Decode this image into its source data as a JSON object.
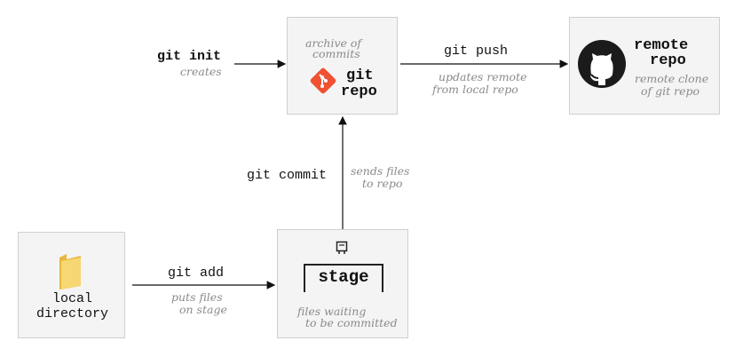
{
  "nodes": {
    "local_directory": {
      "line1": "local",
      "line2": "directory"
    },
    "stage": {
      "label": "stage",
      "note_line1": "files waiting",
      "note_line2": "to be committed"
    },
    "git_repo": {
      "note_line1": "archive of",
      "note_line2": "commits",
      "label_line1": "git",
      "label_line2": "repo"
    },
    "remote_repo": {
      "label_line1": "remote",
      "label_line2": "repo",
      "note_line1": "remote clone",
      "note_line2": "of git repo"
    }
  },
  "edges": {
    "git_init": {
      "command": "git init",
      "note": "creates"
    },
    "git_add": {
      "command": "git add",
      "note_line1": "puts files",
      "note_line2": "on stage"
    },
    "git_commit": {
      "command": "git commit",
      "note_line1": "sends files",
      "note_line2": "to repo"
    },
    "git_push": {
      "command": "git push",
      "note_line1": "updates remote",
      "note_line2": "from local repo"
    }
  },
  "colors": {
    "git_logo": "#f05133",
    "github_logo": "#1b1b1b",
    "folder": "#f7d774",
    "note_text": "#8a8a8a",
    "box_fill": "#f4f4f4",
    "box_border": "#cfcfcf"
  }
}
